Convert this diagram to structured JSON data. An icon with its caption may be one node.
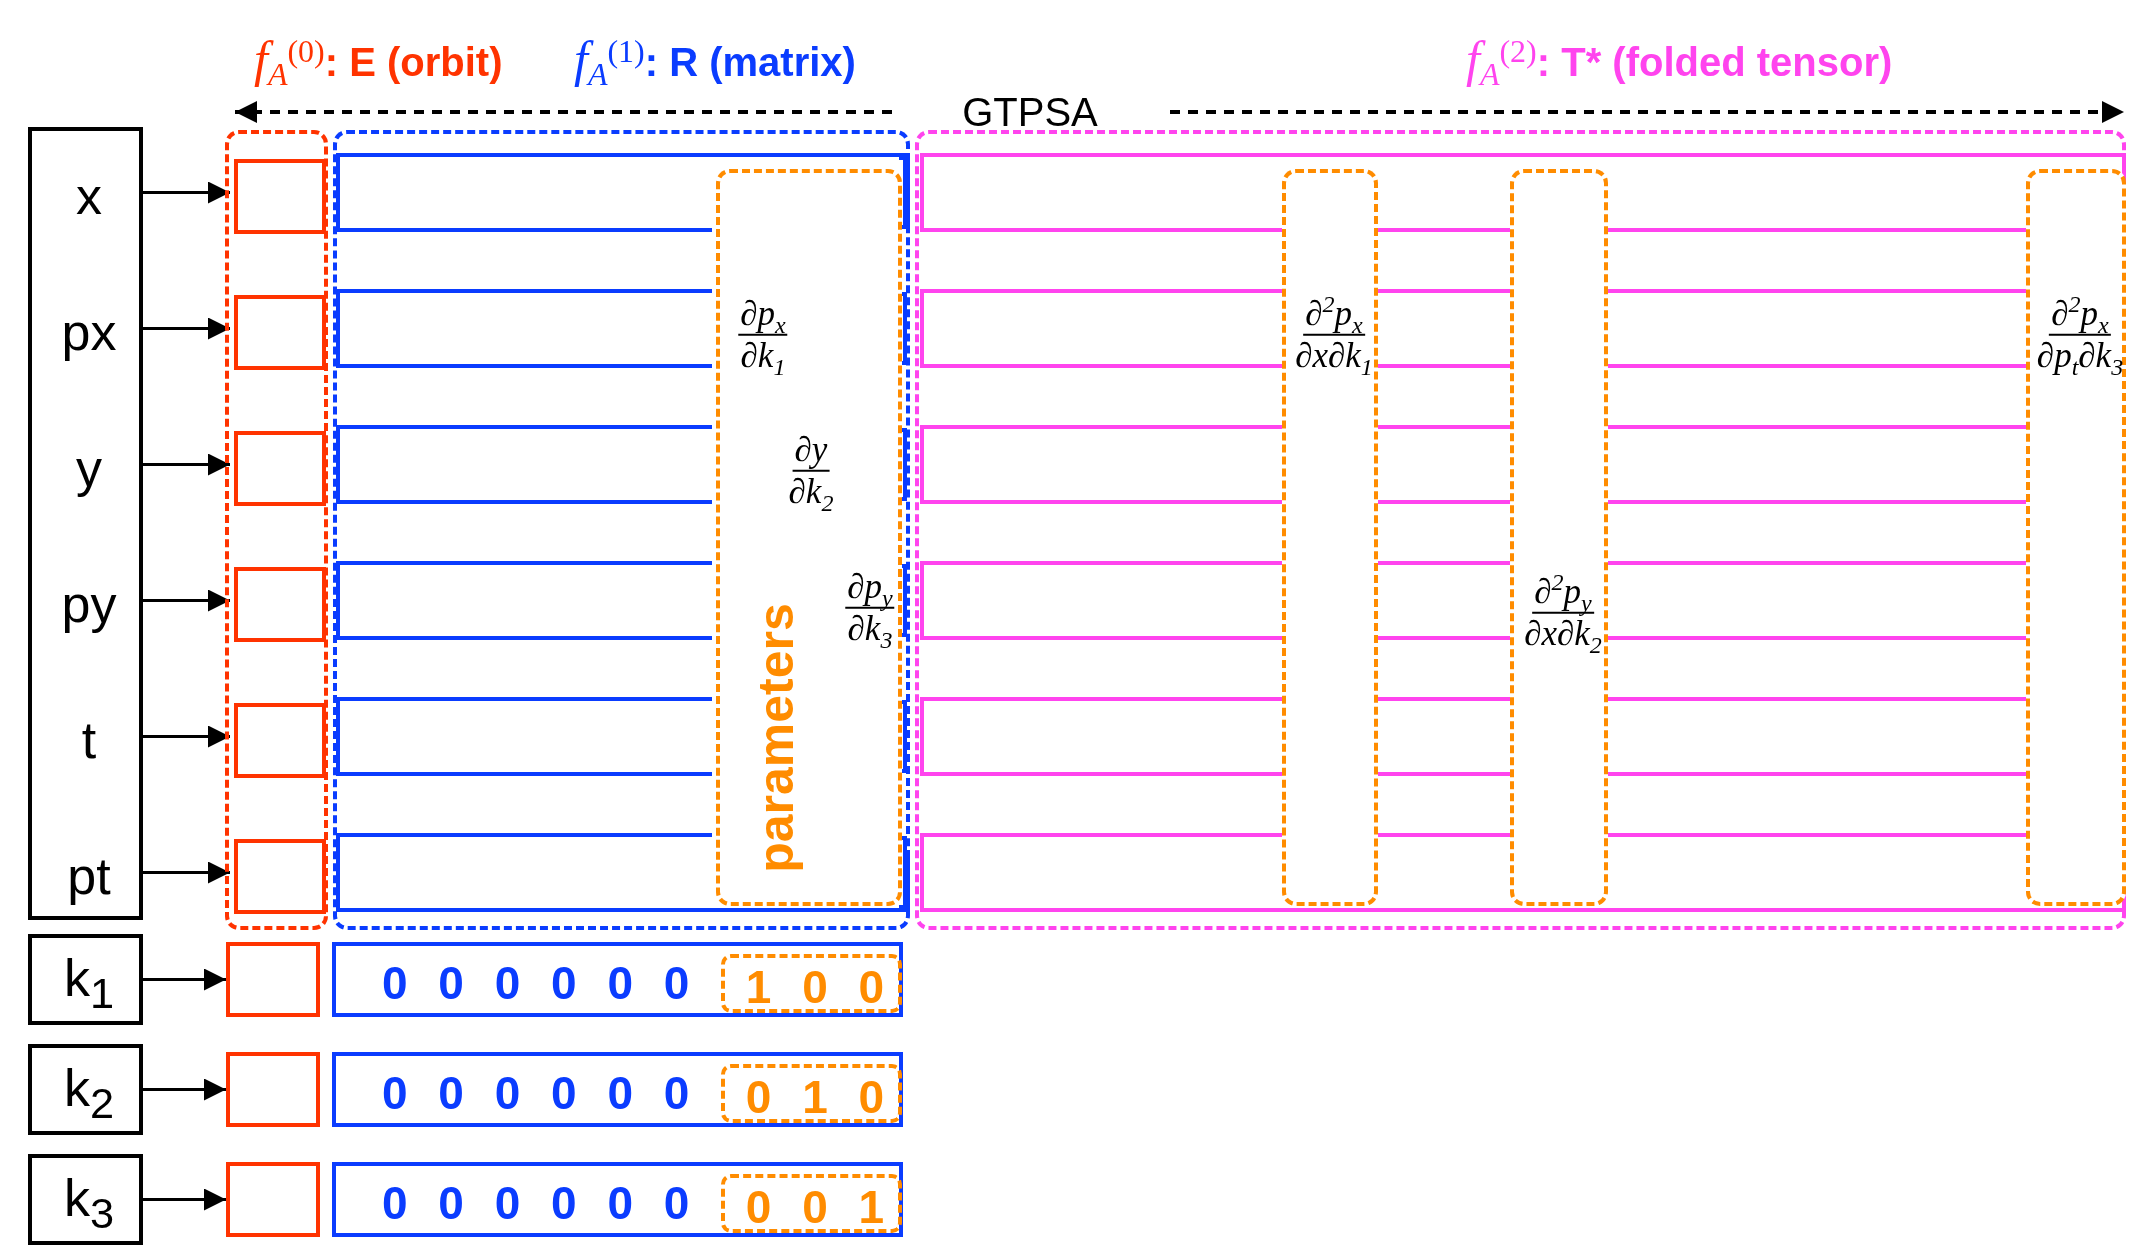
{
  "diagram": {
    "nodes": [
      {
        "text": [
          "x",
          "px",
          "y",
          "py",
          "t",
          "pt"
        ]
      },
      {
        "text": [
          "*f*$_{A}$$^{(0)}$: E (orbit)"
        ]
      },
      {
        "text": [],
        "shape": "box",
        "in": 1
      },
      {
        "text": [],
        "shape": "box",
        "in": 1
      },
      {
        "text": [],
        "shape": "box",
        "in": 1
      },
      {
        "text": [],
        "shape": "box",
        "in": 1
      },
      {
        "text": [],
        "shape": "box",
        "in": 1
      },
      {
        "text": [],
        "shape": "box",
        "in": 1
      },
      {
        "text": [
          "*f*$_{A}$$^{(1)}$: R (matrix)"
        ]
      },
      {
        "text": [
          "parameters",
          "∂p$_{x}$",
          "∂k$_{1}$",
          "∂y",
          "∂k$_{2}$",
          "∂p$_{y}$",
          "∂k$_{3}$"
        ],
        "in": 8
      },
      {
        "text": [
          "*f*$_{A}$$^{(2)}$: T* (folded tensor)"
        ]
      },
      {
        "text": [
          "∂$^{2}$p$_{x}$",
          "∂x∂k$_{1}$"
        ],
        "in": 10
      },
      {
        "text": [
          "∂$^{2}$p$_{y}$",
          "∂x∂k$_{2}$"
        ],
        "in": 10
      },
      {
        "text": [
          "∂$^{2}$p$_{x}$",
          "∂p$_{t}$∂k$_{3}$"
        ],
        "in": 10
      },
      {
        "text": [
          "k$_{1}$"
        ]
      },
      {
        "text": [],
        "shape": "box"
      },
      {
        "text": [
          "0 0 0 0 0 0"
        ]
      },
      {
        "text": [
          "1 0 0"
        ],
        "in": 16
      },
      {
        "text": [
          "k$_{2}$"
        ]
      },
      {
        "text": [],
        "shape": "box"
      },
      {
        "text": [
          "0 0 0 0 0 0"
        ]
      },
      {
        "text": [
          "0 1 0"
        ],
        "in": 20
      },
      {
        "text": [
          "k$_{3}$"
        ]
      },
      {
        "text": [],
        "shape": "box"
      },
      {
        "text": [
          "0 0 0 0 0 0"
        ]
      },
      {
        "text": [
          "0 0 1"
        ],
        "in": 24
      }
    ],
    "edges": [
      {
        "from": 0,
        "to": 2,
        "arrow": "to"
      },
      {
        "from": 0,
        "to": 3,
        "arrow": "to"
      },
      {
        "from": 0,
        "to": 4,
        "arrow": "to"
      },
      {
        "from": 0,
        "to": 5,
        "arrow": "to"
      },
      {
        "from": 0,
        "to": 6,
        "arrow": "to"
      },
      {
        "from": 0,
        "to": 7,
        "arrow": "to"
      },
      {
        "from": 14,
        "to": 15,
        "arrow": "to"
      },
      {
        "from": 18,
        "to": 19,
        "arrow": "to"
      },
      {
        "from": 22,
        "to": 23,
        "arrow": "to"
      }
    ],
    "labels": [
      "GTPSA"
    ]
  }
}
